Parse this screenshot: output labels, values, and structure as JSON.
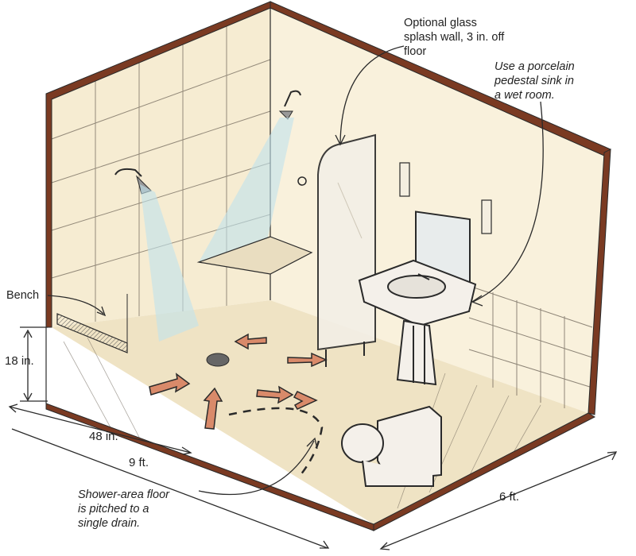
{
  "annotations": {
    "glass_wall": [
      "Optional glass",
      "splash wall, 3 in. off",
      "floor"
    ],
    "pedestal_sink": [
      "Use a porcelain",
      "pedestal sink in",
      "a wet room."
    ],
    "bench": "Bench",
    "floor_pitch": [
      "Shower-area floor",
      "is pitched to a",
      "single drain."
    ]
  },
  "dimensions": {
    "bench_height": "18 in.",
    "bench_length": "48 in.",
    "room_length": "9 ft.",
    "room_width": "6 ft."
  },
  "colors": {
    "wall_outline": "#7a3a22",
    "wall_fill": "#f6ecd2",
    "floor_fill": "#efe3c4",
    "shower_spray": "#bfe3ec",
    "arrow_fill": "#d98a6a",
    "line": "#2a2a2a"
  }
}
